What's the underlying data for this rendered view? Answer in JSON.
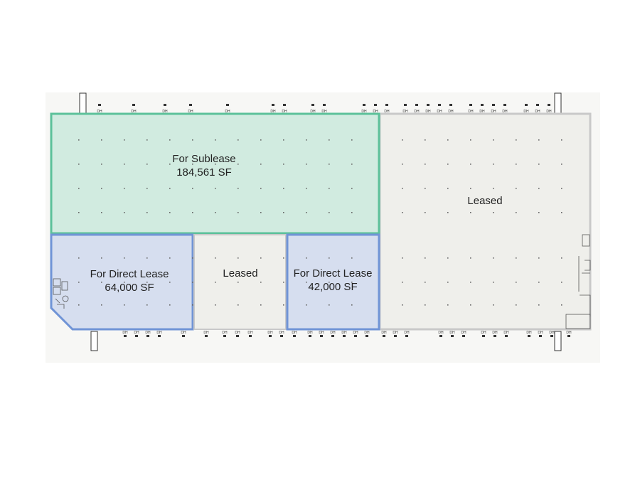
{
  "spaces": {
    "sublease": {
      "title": "For Sublease",
      "area": "184,561 SF",
      "fill": "#d1ebe0",
      "stroke": "#5cc19a"
    },
    "direct_left": {
      "title": "For Direct Lease",
      "area": "64,000 SF",
      "fill": "#d6deef",
      "stroke": "#7094d6"
    },
    "leased_middle": {
      "title": "Leased",
      "fill": "#efefeb",
      "stroke": "#c9c9c9"
    },
    "direct_right": {
      "title": "For Direct Lease",
      "area": "42,000 SF",
      "fill": "#d6deef",
      "stroke": "#7094d6"
    },
    "leased_large": {
      "title": "Leased",
      "fill": "#efefeb",
      "stroke": "#c9c9c9"
    }
  },
  "dock_door_label": "DH"
}
